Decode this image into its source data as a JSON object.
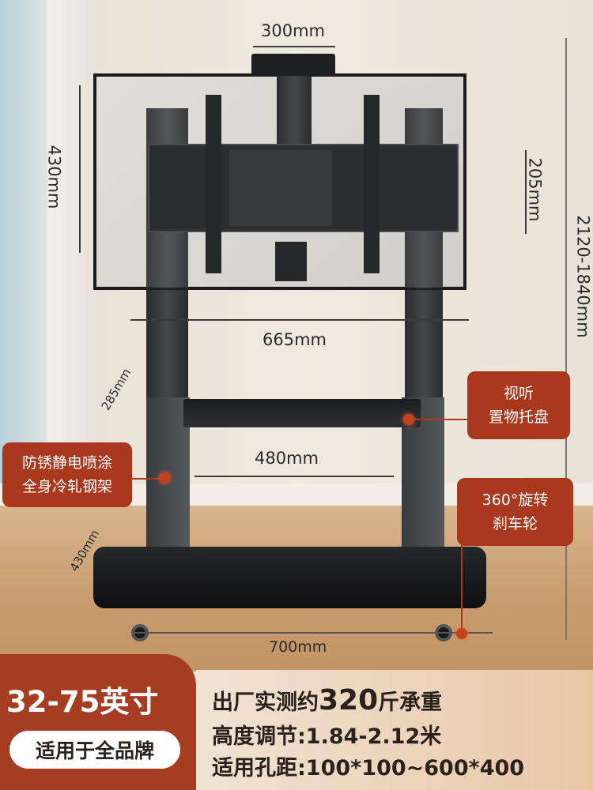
{
  "dimensions": {
    "bracket_width": "300mm",
    "screen_height": "430mm",
    "plate_height": "205mm",
    "total_height": "2120-1840mm",
    "screen_width": "665mm",
    "tray_depth": "285mm",
    "tray_width": "480mm",
    "base_depth": "430mm",
    "base_width": "700mm"
  },
  "callouts": {
    "tray": [
      "视听",
      "置物托盘"
    ],
    "frame": [
      "防锈静电喷涂",
      "全身冷轧钢架"
    ],
    "wheels": [
      "360°旋转",
      "刹车轮"
    ]
  },
  "badge": {
    "size": "32-75英寸",
    "brands": "适用于全品牌"
  },
  "specs": {
    "load_prefix": "出厂实测约",
    "load_value": "320",
    "load_suffix": "斤承重",
    "height": "高度调节:1.84-2.12米",
    "vesa": "适用孔距:100*100~600*400"
  },
  "colors": {
    "accent": "#a63d23"
  }
}
